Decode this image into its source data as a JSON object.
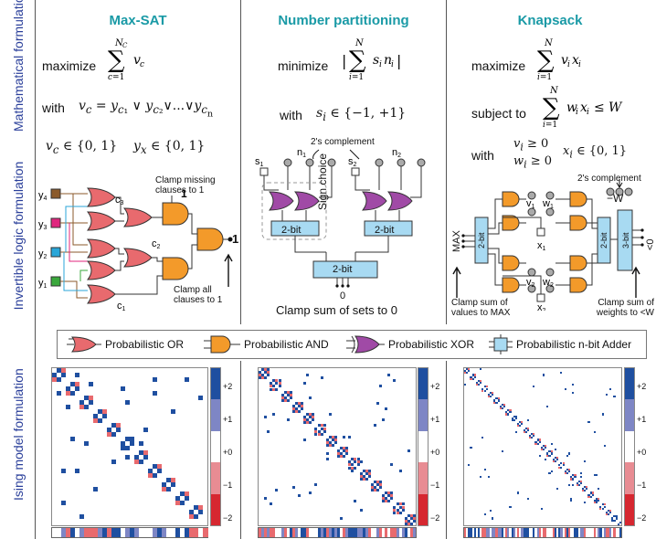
{
  "columns": [
    {
      "title": "Max-SAT"
    },
    {
      "title": "Number partitioning"
    },
    {
      "title": "Knapsack"
    }
  ],
  "row_labels": {
    "math": "Mathematical formulation",
    "logic": "Invertible logic formulation",
    "ising": "Ising model formulation"
  },
  "maxsat": {
    "objective_word": "maximize",
    "with_word": "with",
    "clamp_missing": "Clamp missing clauses to 1",
    "clamp_missing_value": "1",
    "clamp_all": "Clamp all clauses to 1",
    "clamp_all_value": "1",
    "inputs": [
      "y4",
      "y3",
      "y2",
      "y1"
    ],
    "clauses": [
      "c3",
      "c2",
      "c1"
    ]
  },
  "partition": {
    "objective_word": "minimize",
    "with_word": "with",
    "twos_complement": "2's complement",
    "sign_choice": "Sign choice",
    "adder_label": "2-bit",
    "clamp": "Clamp sum of sets to 0",
    "zero": "0",
    "labels": [
      "s1",
      "n1",
      "s2",
      "n2"
    ]
  },
  "knapsack": {
    "objective_word": "maximize",
    "subject_word": "subject to",
    "with_word": "with",
    "twos_complement": "2's complement",
    "neg_w": "−W",
    "max_label": "MAX",
    "lt0_label": "<0",
    "adder_2bit": "2-bit",
    "adder_3bit": "3-bit",
    "clamp_values": "Clamp sum of values to MAX",
    "clamp_weights": "Clamp sum of weights to <W",
    "labels": [
      "v1",
      "w1",
      "x1",
      "v2",
      "w2",
      "x2"
    ]
  },
  "legend": {
    "or": "Probabilistic OR",
    "and": "Probabilistic AND",
    "xor": "Probabilistic XOR",
    "adder": "Probabilistic n-bit Adder"
  },
  "colorbar": {
    "ticks": [
      "+2",
      "+1",
      "+0",
      "−1",
      "−2"
    ],
    "colors": [
      "#1f4fa0",
      "#7e86c5",
      "#ffffff",
      "#e88c93",
      "#d62730"
    ]
  },
  "colors": {
    "title": "#1a9aa6",
    "row_label": "#2a3f9a",
    "or_gate": "#e86a6e",
    "and_gate": "#f39a2a",
    "xor_gate": "#a04aa6",
    "adder": "#a8daf2",
    "positive": "#1f4fa0",
    "negative": "#e86a6e"
  }
}
